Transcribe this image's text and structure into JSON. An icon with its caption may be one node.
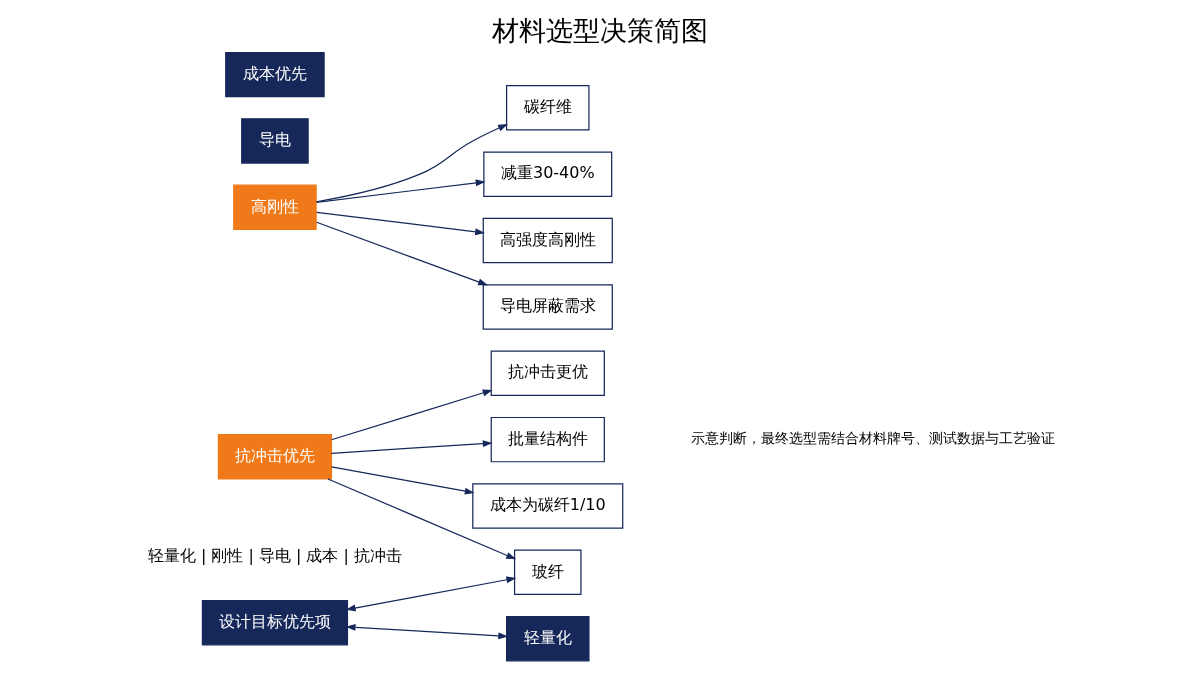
{
  "diagram": {
    "title": "材料选型决策简图",
    "caption": "示意判断，最终选型需结合材料牌号、测试数据与工艺验证",
    "nodes": [
      {
        "text": [
          "设计目标优先项"
        ]
      },
      {
        "text": [
          "轻量化"
        ]
      },
      {
        "text": [
          "高刚性"
        ]
      },
      {
        "text": [
          "导电"
        ]
      },
      {
        "text": [
          "碳纤维"
        ]
      },
      {
        "text": [
          "减重30-40%"
        ]
      },
      {
        "text": [
          "高强度高刚性"
        ]
      },
      {
        "text": [
          "导电屏蔽需求"
        ]
      },
      {
        "text": [
          "成本优先"
        ]
      },
      {
        "text": [
          "抗冲击优先"
        ]
      },
      {
        "text": [
          "玻纤"
        ]
      },
      {
        "text": [
          "成本为碳纤1/10"
        ]
      },
      {
        "text": [
          "抗冲击更优"
        ]
      },
      {
        "text": [
          "批量结构件"
        ]
      }
    ],
    "edges": [
      {
        "from": 0,
        "to": 1,
        "arrow": "both"
      },
      {
        "from": 0,
        "to": 10,
        "arrow": "both"
      },
      {
        "from": 2,
        "to": 4,
        "arrow": "to"
      },
      {
        "from": 2,
        "to": 5,
        "arrow": "to"
      },
      {
        "from": 2,
        "to": 6,
        "arrow": "to"
      },
      {
        "from": 2,
        "to": 7,
        "arrow": "to"
      },
      {
        "from": 9,
        "to": 10,
        "arrow": "to"
      },
      {
        "from": 9,
        "to": 11,
        "arrow": "to"
      },
      {
        "from": 9,
        "to": 12,
        "arrow": "to"
      },
      {
        "from": 9,
        "to": 13,
        "arrow": "to"
      }
    ],
    "labels": [
      "轻量化 | 刚性 | 导电 | 成本 | 抗冲击"
    ]
  }
}
